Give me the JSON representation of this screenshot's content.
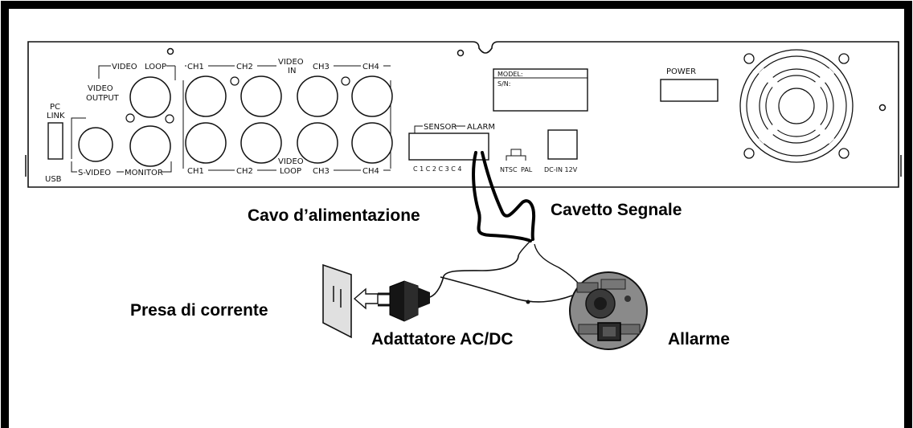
{
  "panel": {
    "pc_link": [
      "PC",
      "LINK"
    ],
    "usb": "USB",
    "video_output": [
      "VIDEO",
      "OUTPUT"
    ],
    "video_top": "VIDEO",
    "loop_top": "LOOP",
    "s_video": "S-VIDEO",
    "monitor": "MONITOR",
    "ch1": "CH1",
    "ch2": "CH2",
    "ch3": "CH3",
    "ch4": "CH4",
    "video_in": [
      "VIDEO",
      "IN"
    ],
    "video_loop": [
      "VIDEO",
      "LOOP"
    ],
    "sensor": "SENSOR",
    "alarm": "ALARM",
    "terminal_pins": "C 1 C 2 C 3 C 4",
    "ntsc": "NTSC",
    "pal": "PAL",
    "dc_in": "DC-IN 12V",
    "model": "MODEL:",
    "sn": "S/N:",
    "power": "POWER"
  },
  "captions": {
    "power_cable": "Cavo d’alimentazione",
    "signal_cable": "Cavetto Segnale",
    "outlet": "Presa di corrente",
    "adapter": "Adattatore AC/DC",
    "alarm": "Allarme"
  }
}
